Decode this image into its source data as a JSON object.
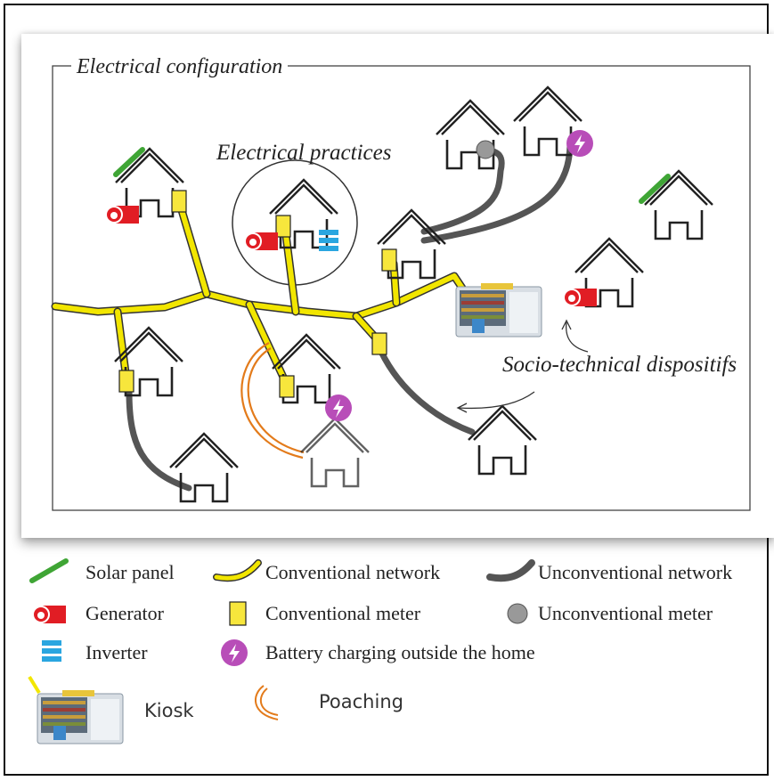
{
  "diagram": {
    "title": "Electrical configuration",
    "practices_label": "Electrical practices",
    "dispositifs_label": "Socio-technical dispositifs"
  },
  "legend": {
    "solar": "Solar panel",
    "conventional_network": "Conventional network",
    "unconventional_network": "Unconventional network",
    "generator": "Generator",
    "conventional_meter": "Conventional meter",
    "unconventional_meter": "Unconventional meter",
    "inverter": "Inverter",
    "battery": "Battery charging outside the home",
    "kiosk": "Kiosk",
    "poaching": "Poaching"
  },
  "colors": {
    "solar": "#3fa535",
    "conventional": "#f2e600",
    "unconventional": "#555555",
    "generator": "#e11d24",
    "meter": "#f7e63c",
    "unconventional_meter": "#999999",
    "inverter": "#2aa6e0",
    "battery": "#b84db8",
    "poaching": "#e37b1b"
  }
}
